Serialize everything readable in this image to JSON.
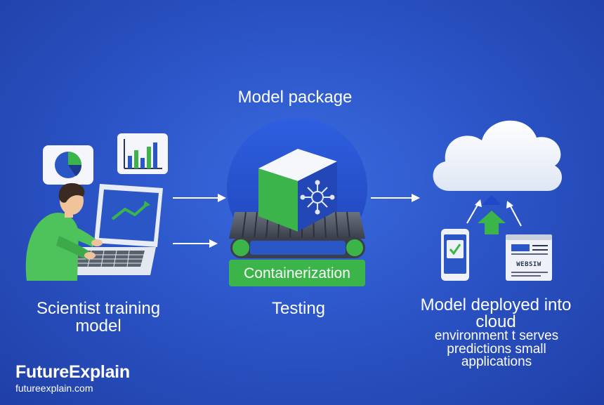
{
  "diagram": {
    "title": "Model package",
    "stages": {
      "scientist": "Scientist training model",
      "container": "Containerization",
      "testing": "Testing",
      "deploy_title": "Model deployed into cloud",
      "deploy_sub": "environment t serves predictions small applications"
    },
    "website_badge": "WEBSIW"
  },
  "brand": {
    "name": "FutureExplain",
    "url": "futureexplain.com"
  },
  "colors": {
    "background": "#2c55c8",
    "accent_green": "#3bb54a",
    "cube_blue": "#2447b8",
    "cloud": "#f2f5fb"
  },
  "icons": [
    "pie-chart-icon",
    "bar-chart-icon",
    "laptop-icon",
    "person-icon",
    "cube-icon",
    "network-icon",
    "conveyor-icon",
    "cloud-icon",
    "phone-icon",
    "checkmark-icon",
    "up-arrow-icon",
    "browser-icon"
  ]
}
